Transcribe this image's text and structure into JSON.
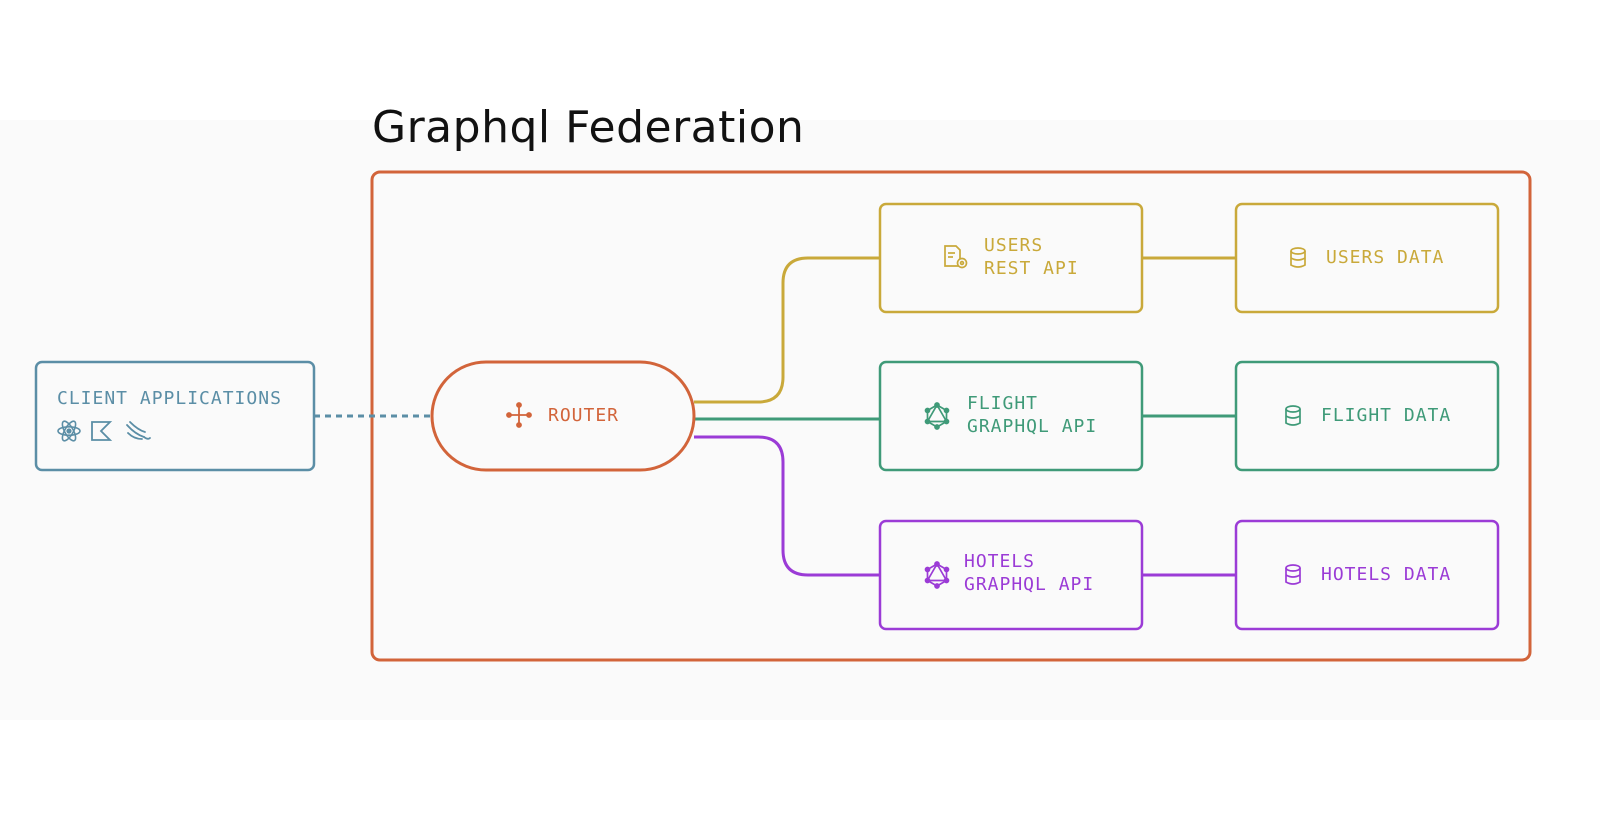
{
  "title": "Graphql Federation",
  "client": {
    "label": "CLIENT APPLICATIONS",
    "icons": [
      "react-icon",
      "kotlin-icon",
      "swift-icon"
    ]
  },
  "router": {
    "label": "ROUTER",
    "icon": "router-icon"
  },
  "services": [
    {
      "line1": "USERS",
      "line2": "REST API",
      "icon": "rest-api-icon"
    },
    {
      "line1": "FLIGHT",
      "line2": "GRAPHQL API",
      "icon": "graphql-icon"
    },
    {
      "line1": "HOTELS",
      "line2": "GRAPHQL API",
      "icon": "graphql-icon"
    }
  ],
  "datastores": [
    {
      "label": "USERS DATA",
      "icon": "database-icon"
    },
    {
      "label": "FLIGHT DATA",
      "icon": "database-icon"
    },
    {
      "label": "HOTELS DATA",
      "icon": "database-icon"
    }
  ],
  "colors": {
    "federation": "#d2643a",
    "client": "#5b8ea6",
    "users": "#c9a93a",
    "flight": "#3f9a78",
    "hotels": "#9b3bd6"
  }
}
